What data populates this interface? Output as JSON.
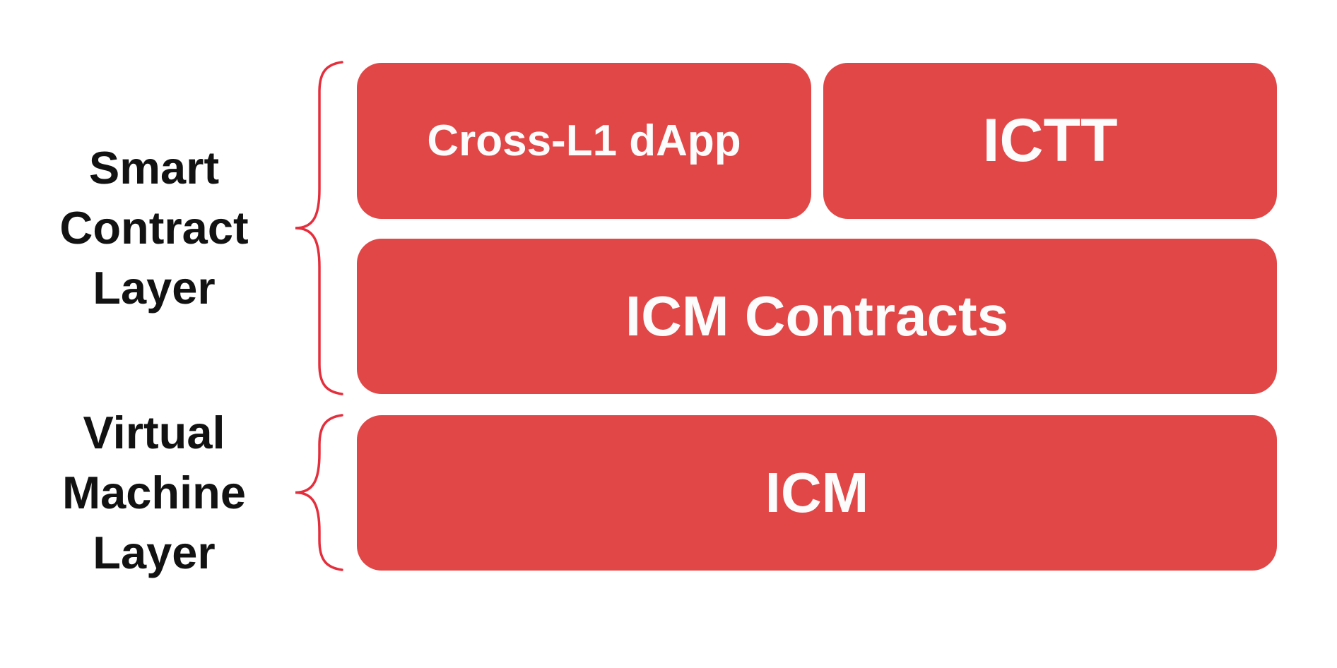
{
  "colors": {
    "background": "#FFFFFF",
    "box_red": "#E14747",
    "brace_red": "#E52E3C",
    "label_text": "#121212",
    "box_text": "#FCFCFC"
  },
  "layers": [
    {
      "name": "Smart Contract Layer",
      "label_lines": [
        "Smart",
        "Contract",
        "Layer"
      ],
      "rows": [
        {
          "boxes": [
            {
              "label": "Cross-L1 dApp"
            },
            {
              "label": "ICTT"
            }
          ]
        },
        {
          "boxes": [
            {
              "label": "ICM Contracts"
            }
          ]
        }
      ]
    },
    {
      "name": "Virtual Machine Layer",
      "label_lines": [
        "Virtual",
        "Machine",
        "Layer"
      ],
      "rows": [
        {
          "boxes": [
            {
              "label": "ICM"
            }
          ]
        }
      ]
    }
  ]
}
